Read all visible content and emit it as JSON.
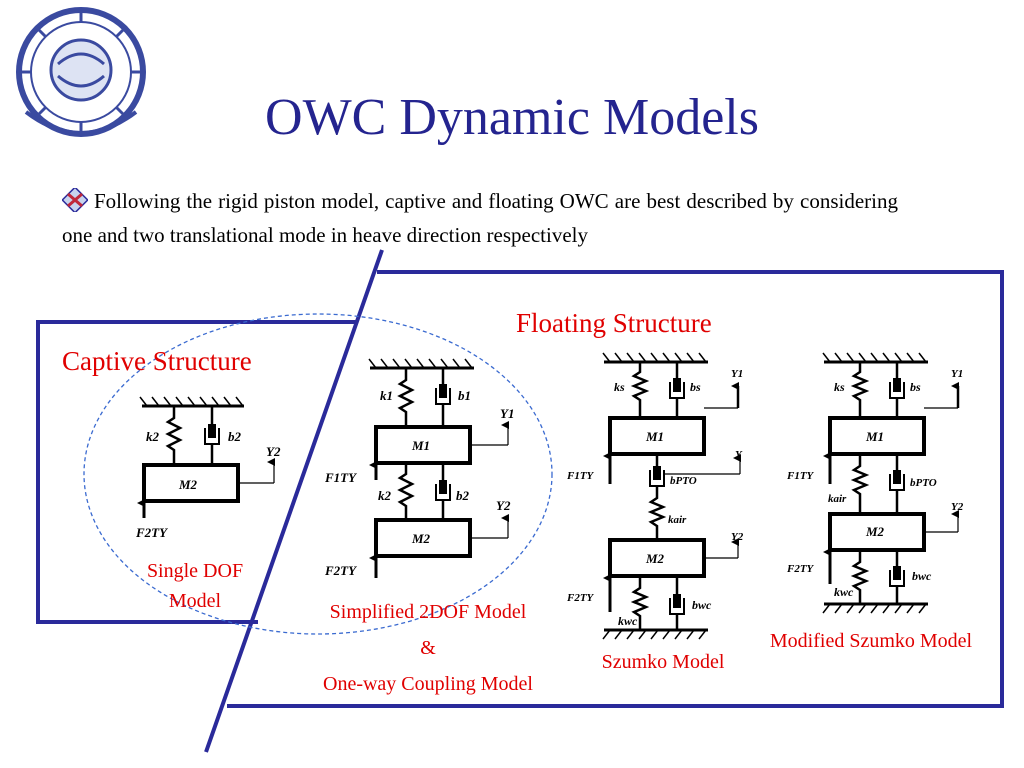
{
  "title": "OWC Dynamic Models",
  "bullet": {
    "icon": "bullet-diamond-icon",
    "text": "Following the rigid piston model, captive and floating  OWC are best described by considering one and two translational mode in heave direction respectively"
  },
  "colors": {
    "title": "#24248f",
    "frame": "#2a2a9a",
    "labels": "#e00000"
  },
  "captive": {
    "label": "Captive Structure",
    "model_caption_lines": [
      "Single DOF",
      "Model"
    ]
  },
  "floating": {
    "label": "Floating Structure"
  },
  "captions": {
    "simplified_lines": [
      "Simplified 2DOF Model",
      "&",
      "One-way Coupling Model"
    ],
    "szumko": "Szumko Model",
    "modified": "Modified Szumko Model"
  },
  "diagrams": {
    "single_dof": {
      "k": "k2",
      "b": "b2",
      "mass": "M2",
      "y": "Y2",
      "force": "F2TY"
    },
    "simplified": {
      "k_top": "k1",
      "b_top": "b1",
      "mass_top": "M1",
      "y_top": "Y1",
      "force_top": "F1TY",
      "k_bottom": "k2",
      "b_bottom": "b2",
      "mass_bottom": "M2",
      "y_bottom": "Y2",
      "force_bottom": "F2TY"
    },
    "szumko": {
      "k_top": "ks",
      "b_top": "bs",
      "y_top": "Y1",
      "mass_top": "M1",
      "force_top": "F1TY",
      "y_mid": "Y",
      "b_pto": "bPTO",
      "k_air": "kair",
      "mass_bottom": "M2",
      "y_bottom": "Y2",
      "force_bottom": "F2TY",
      "k_wc": "kwc",
      "b_wc": "bwc"
    },
    "modified": {
      "k_top": "ks",
      "b_top": "bs",
      "y_top": "Y1",
      "mass_top": "M1",
      "force_top": "F1TY",
      "k_air": "kair",
      "b_pto": "bPTO",
      "y_bottom": "Y2",
      "mass_bottom": "M2",
      "force_bottom": "F2TY",
      "k_wc": "kwc",
      "b_wc": "bwc"
    }
  }
}
